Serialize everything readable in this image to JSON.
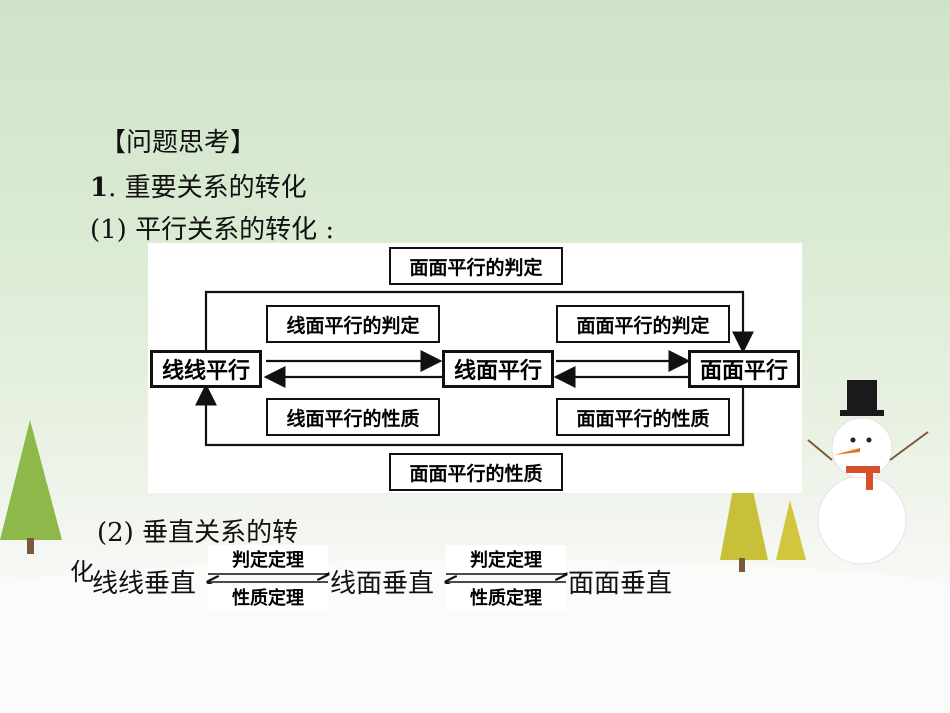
{
  "heading": "【问题思考】",
  "item1": {
    "number": "1",
    "title": ". 重要关系的转化"
  },
  "sub1": "(1) 平行关系的转化 :",
  "diagram": {
    "top_box": "面面平行的判定",
    "bottom_box": "面面平行的性质",
    "upper_left_label": "线面平行的判定",
    "upper_right_label": "面面平行的判定",
    "lower_left_label": "线面平行的性质",
    "lower_right_label": "面面平行的性质",
    "node_left": "线线平行",
    "node_mid": "线面平行",
    "node_right": "面面平行"
  },
  "sub2": "(2) 垂直关系的转",
  "sub2_cont": "化",
  "chain": {
    "n1": "线线垂直",
    "n2": "线面垂直",
    "n3": "面面垂直",
    "arrow1_top": "判定定理",
    "arrow1_bottom": "性质定理",
    "arrow2_top": "判定定理",
    "arrow2_bottom": "性质定理"
  }
}
